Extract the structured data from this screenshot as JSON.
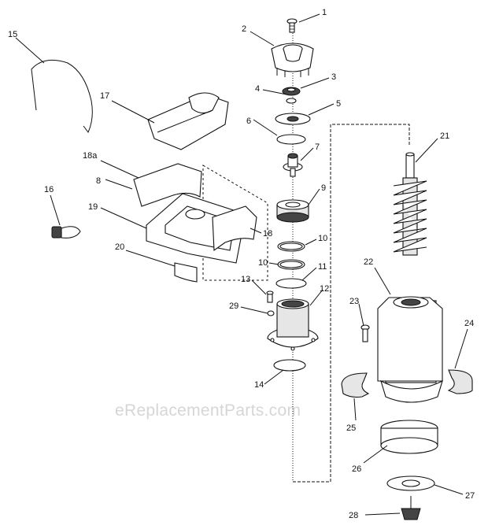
{
  "watermark": "eReplacementParts.com",
  "callouts": [
    "1",
    "2",
    "3",
    "4",
    "5",
    "6",
    "7",
    "8",
    "9",
    "10",
    "10",
    "11",
    "12",
    "13",
    "14",
    "15",
    "16",
    "17",
    "18",
    "18a",
    "19",
    "20",
    "21",
    "22",
    "23",
    "24",
    "25",
    "26",
    "27",
    "28",
    "29"
  ]
}
